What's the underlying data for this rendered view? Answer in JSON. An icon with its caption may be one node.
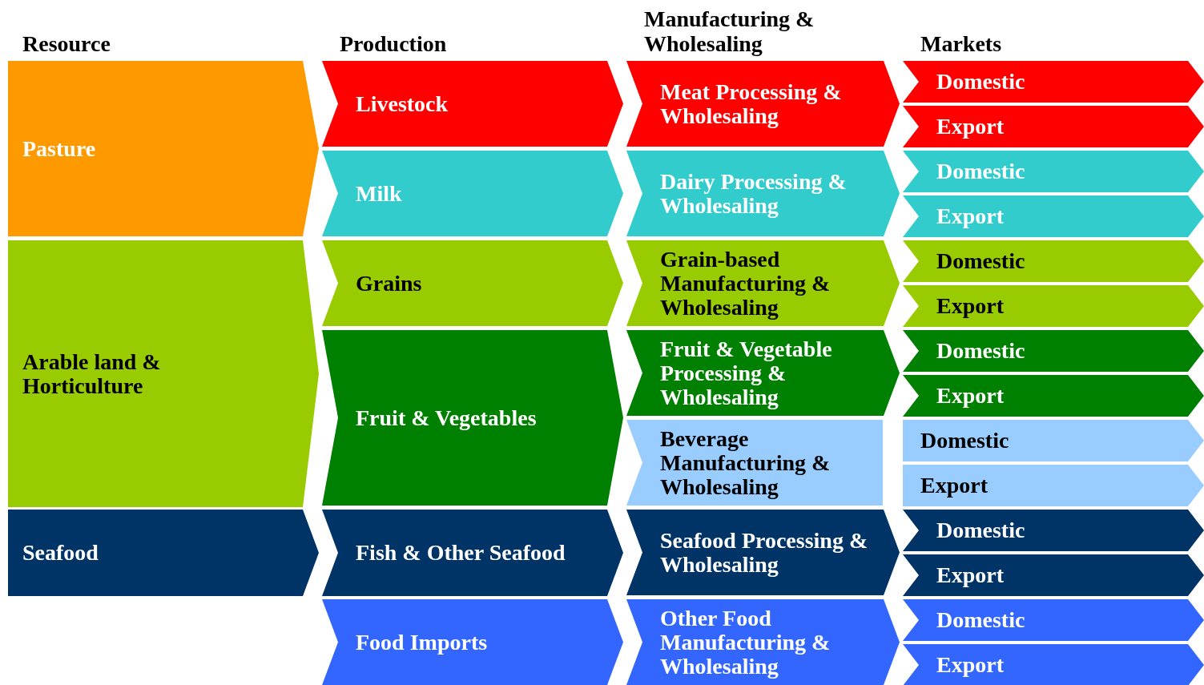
{
  "diagram": {
    "nodes": [
      {
        "text": [
          "Pasture"
        ]
      },
      {
        "text": [
          "Livestock"
        ]
      },
      {
        "text": [
          "Meat Processing & Wholesaling"
        ]
      },
      {
        "text": [
          "Domestic"
        ]
      },
      {
        "text": [
          "Export"
        ]
      },
      {
        "text": [
          "Milk"
        ]
      },
      {
        "text": [
          "Dairy Processing & Wholesaling"
        ]
      },
      {
        "text": [
          "Domestic"
        ]
      },
      {
        "text": [
          "Export"
        ]
      },
      {
        "text": [
          "Arable land & Horticulture"
        ]
      },
      {
        "text": [
          "Grains"
        ]
      },
      {
        "text": [
          "Grain-based Manufacturing & Wholesaling"
        ]
      },
      {
        "text": [
          "Domestic"
        ]
      },
      {
        "text": [
          "Export"
        ]
      },
      {
        "text": [
          "Fruit & Vegetables"
        ]
      },
      {
        "text": [
          "Fruit & Vegetable Processing & Wholesaling"
        ]
      },
      {
        "text": [
          "Domestic"
        ]
      },
      {
        "text": [
          "Export"
        ]
      },
      {
        "text": [
          "Beverage Manufacturing & Wholesaling"
        ]
      },
      {
        "text": [
          "Domestic"
        ]
      },
      {
        "text": [
          "Export"
        ]
      },
      {
        "text": [
          "Seafood"
        ]
      },
      {
        "text": [
          "Fish & Other Seafood"
        ]
      },
      {
        "text": [
          "Seafood Processing & Wholesaling"
        ]
      },
      {
        "text": [
          "Domestic"
        ]
      },
      {
        "text": [
          "Export"
        ]
      },
      {
        "text": [
          "Food Imports"
        ]
      },
      {
        "text": [
          "Other Food Manufacturing & Wholesaling"
        ]
      },
      {
        "text": [
          "Domestic"
        ]
      },
      {
        "text": [
          "Export"
        ]
      }
    ],
    "labels": [
      "Resource",
      "Production",
      "Manufacturing & Wholesaling",
      "Markets"
    ]
  }
}
